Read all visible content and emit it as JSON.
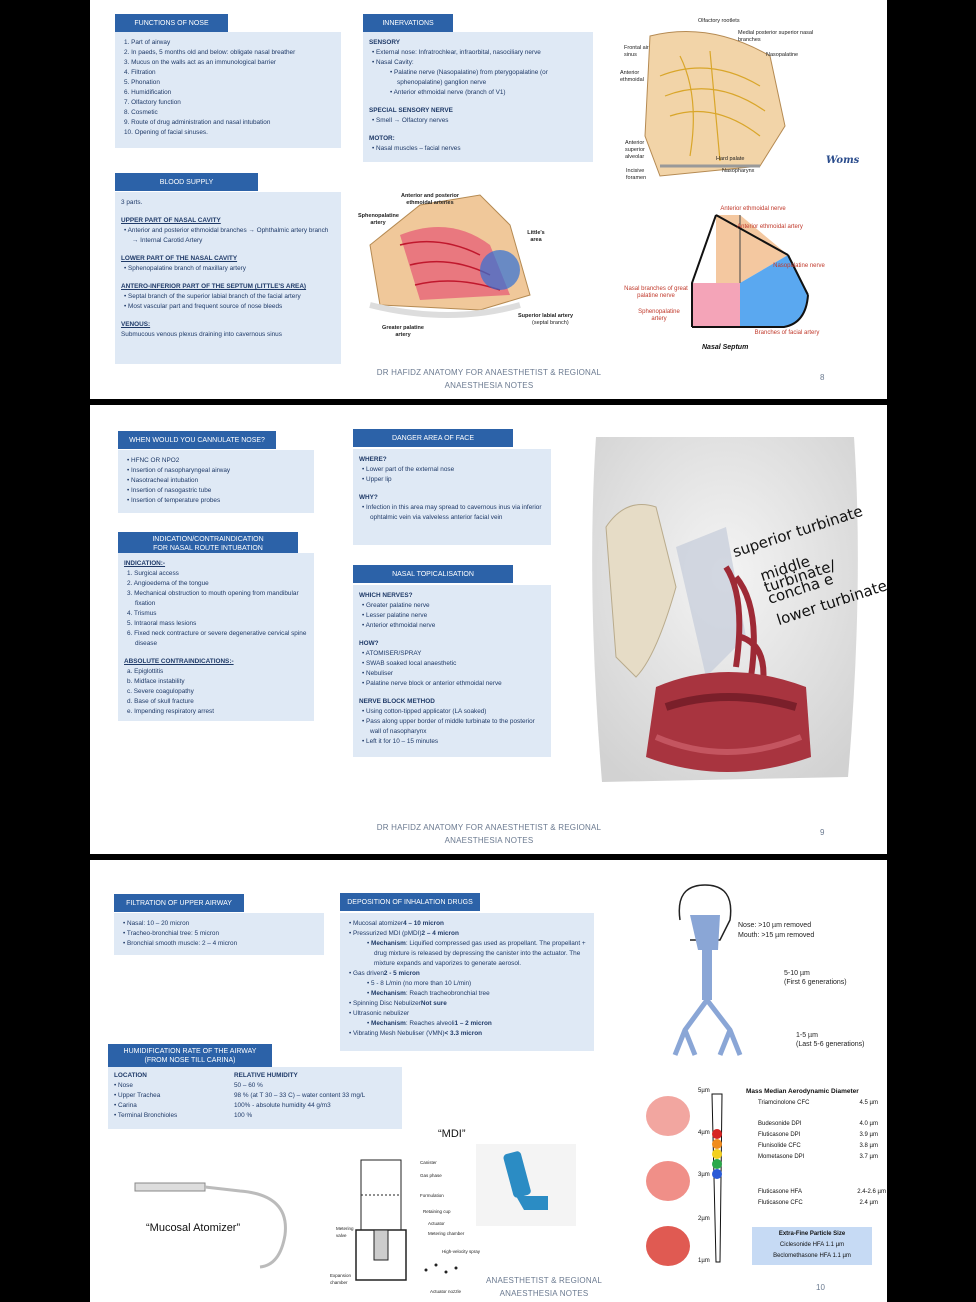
{
  "page8": {
    "functions": {
      "header": "FUNCTIONS OF NOSE",
      "items": [
        "Part of airway",
        "In paeds, 5 months old and below: obligate nasal breather",
        "Mucus on the walls act as an immunological barrier",
        "Filtration",
        "Phonation",
        "Humidification",
        "Olfactory function",
        "Cosmetic",
        "Route of drug administration and nasal intubation",
        "Opening of facial sinuses."
      ]
    },
    "innervations": {
      "header": "INNERVATIONS",
      "sensory_title": "SENSORY",
      "sensory_external": "External nose: Infratrochlear, infraorbital, nasociliary nerve",
      "sensory_cavity": "Nasal Cavity:",
      "cavity_items": [
        "Palatine nerve (Nasopalatine) from pterygopalatine (or sphenopalatine) ganglion nerve",
        "Anterior ethmoidal nerve (branch of V1)"
      ],
      "special_title": "SPECIAL SENSORY NERVE",
      "special_item": "Smell → Olfactory nerves",
      "motor_title": "MOTOR:",
      "motor_item": "Nasal muscles – facial nerves"
    },
    "blood": {
      "header": "BLOOD SUPPLY",
      "intro": "3 parts.",
      "upper_title": "UPPER PART OF NASAL CAVITY",
      "upper_item": "Anterior and posterior ethmoidal branches → Ophthalmic artery branch → Internal Carotid Artery",
      "lower_title": "LOWER PART OF THE NASAL CAVITY",
      "lower_item": "Sphenopalatine branch of maxillary artery",
      "antero_title": "ANTERO-INFERIOR PART OF THE SEPTUM (LITTLE'S AREA)",
      "antero_items": [
        "Septal branch of the superior labial branch of the facial artery",
        "Most vascular part and frequent source of nose bleeds"
      ],
      "venous_title": "VENOUS:",
      "venous_text": "Submucous venous plexus draining into cavernous sinus"
    },
    "nerve_fig": {
      "labels": [
        "Olfactory rootlets",
        "Medial posterior superior nasal branches",
        "Frontal air sinus",
        "Nasopalatine",
        "Anterior ethmoidal",
        "Anterior superior alveolar",
        "Hard palate",
        "Incisive foramen",
        "Nasopharynx"
      ],
      "logo": "Woms"
    },
    "artery_fig": {
      "labels": [
        "Anterior and posterior ethmoidal arteries",
        "Sphenopalatine artery",
        "Little's area",
        "Superior labial artery",
        "(septal branch)",
        "Greater palatine artery"
      ]
    },
    "septum_fig": {
      "labels": [
        "Anterior ethmoidal nerve",
        "Anterior ethmoidal artery",
        "Nasopalatine nerve",
        "Nasal branches of great palatine nerve",
        "Sphenopalatine artery",
        "Branches of facial artery"
      ],
      "title": "Nasal Septum"
    },
    "footer": [
      "DR HAFIDZ ANATOMY FOR ANAESTHETIST & REGIONAL",
      "ANAESTHESIA NOTES"
    ],
    "page_number": "8"
  },
  "page9": {
    "cannulate": {
      "header": "WHEN WOULD YOU CANNULATE NOSE?",
      "items": [
        "HFNC OR NPO2",
        "Insertion of nasopharyngeal airway",
        "Nasotracheal intubation",
        "Insertion of nasogastric tube",
        "Insertion of temperature probes"
      ]
    },
    "indication": {
      "header_line1": "INDICATION/CONTRAINDICATION",
      "header_line2": "FOR NASAL ROUTE INTUBATION",
      "ind_title": "INDICATION:-",
      "ind_items": [
        "Surgical access",
        "Angioedema of the tongue",
        "Mechanical obstruction to mouth opening from mandibular fixation",
        "Trismus",
        "Intraoral mass lesions",
        "Fixed neck contracture or severe degenerative cervical spine disease"
      ],
      "contra_title": "ABSOLUTE CONTRAINDICATIONS:-",
      "contra_items": [
        "Epiglottitis",
        "Midface instability",
        "Severe coagulopathy",
        "Base of skull fracture",
        "Impending respiratory arrest"
      ]
    },
    "danger": {
      "header": "DANGER AREA OF FACE",
      "where_title": "WHERE?",
      "where_items": [
        "Lower part of the external nose",
        "Upper lip"
      ],
      "why_title": "WHY?",
      "why_item": "Infection in this area may spread to cavernous inus via inferior ophtalmic vein via valveless anterior facial vein"
    },
    "topical": {
      "header": "NASAL TOPICALISATION",
      "which_title": "WHICH NERVES?",
      "which_items": [
        "Greater palatine nerve",
        "Lesser palatine nerve",
        "Anterior ethmoidal nerve"
      ],
      "how_title": "HOW?",
      "how_items": [
        "ATOMISER/SPRAY",
        "SWAB soaked local anaesthetic",
        "Nebuliser",
        "Palatine nerve block or anterior ethmoidal nerve"
      ],
      "block_title": "NERVE BLOCK METHOD",
      "block_items": [
        "Using cotton-tipped applicator (LA soaked)",
        "Pass along upper border of middle turbinate to the posterior wall of nasopharynx",
        "Left it for 10 – 15 minutes"
      ]
    },
    "annotations": [
      "superior turbinate",
      "middle turbinate/ concha e",
      "lower turbinate"
    ],
    "footer": [
      "DR HAFIDZ ANATOMY FOR ANAESTHETIST & REGIONAL",
      "ANAESTHESIA NOTES"
    ],
    "page_number": "9"
  },
  "page10": {
    "filtration": {
      "header": "FILTRATION OF UPPER AIRWAY",
      "items": [
        "Nasal: 10 – 20 micron",
        "Tracheo-bronchial tree: 5 micron",
        "Bronchial smooth muscle: 2 – 4 micron"
      ]
    },
    "deposition": {
      "header": "DEPOSITION OF INHALATION DRUGS",
      "mucosal": "Mucosal atomizer",
      "mucosal_val": "4 – 10 micron",
      "pmdi": "Pressurized MDI (pMDI)",
      "pmdi_val": "2 – 4 micron",
      "pmdi_mech_label": "Mechanism",
      "pmdi_mech": ": Liquified compressed gas used as propellant. The propellant + drug mixture is released by depressing the canister into the actuator. The mixture expands and vaporizes to generate aerosol.",
      "gas": "Gas driven",
      "gas_val": "2 - 5 micron",
      "gas_sub": "5 - 8 L/min (no more than 10 L/min)",
      "gas_mech_label": "Mechanism",
      "gas_mech": ": Reach tracheobronchial tree",
      "spinning": "Spinning Disc Nebulizer",
      "spinning_val": "Not sure",
      "ultra": "Ultrasonic nebulizer",
      "ultra_mech_label": "Mechanism",
      "ultra_mech": ": Reaches alveoli",
      "ultra_val": "1 – 2 micron",
      "vmn": "Vibrating Mesh Nebuliser (VMN)",
      "vmn_val": "< 3.3 micron"
    },
    "humid": {
      "header_line1": "HUMIDIFICATION RATE OF THE AIRWAY",
      "header_line2": "(FROM NOSE TILL CARINA)",
      "col1": "LOCATION",
      "col2": "RELATIVE HUMIDITY",
      "rows": [
        [
          "Nose",
          "50 – 60 %"
        ],
        [
          "Upper Trachea",
          "98 % (at T 30 – 33 C) – water content 33 mg/L"
        ],
        [
          "Carina",
          "100% - absolute humidity 44 g/m3"
        ],
        [
          "Terminal Bronchioles",
          "100 %"
        ]
      ]
    },
    "airway_fig": {
      "nose": "Nose: >10 µm removed",
      "mouth": "Mouth: >15 µm removed",
      "mid": "5-10 µm",
      "mid_sub": "(First 6 generations)",
      "low": "1-5 µm",
      "low_sub": "(Last 5-6 generations)"
    },
    "mmad": {
      "title": "Mass Median Aerodynamic Diameter",
      "scale": [
        "5µm",
        "4µm",
        "3µm",
        "2µm",
        "1µm"
      ],
      "drugs": [
        [
          "Triamcinolone CFC",
          "4.5 µm"
        ],
        [
          "Budesonide DPI",
          "4.0 µm"
        ],
        [
          "Fluticasone DPI",
          "3.9 µm"
        ],
        [
          "Flunisolide CFC",
          "3.8 µm"
        ],
        [
          "Mometasone DPI",
          "3.7 µm"
        ],
        [
          "Fluticasone HFA",
          "2.4-2.6 µm"
        ],
        [
          "Fluticasone CFC",
          "2.4 µm"
        ]
      ],
      "extra_title": "Extra-Fine Particle Size",
      "extra": [
        [
          "Ciclesonide HFA",
          "1.1 µm"
        ],
        [
          "Beclomethasone HFA",
          "1.1 µm"
        ]
      ]
    },
    "mdi_fig": {
      "caption": "“MDI”",
      "labels": [
        "Canister",
        "Gas phase",
        "Formulation",
        "Retaining cup",
        "Actuator",
        "Metering chamber",
        "Metering valve",
        "High-velocity spray",
        "Expansion chamber",
        "Actuator nozzle"
      ]
    },
    "atomizer_caption": "“Mucosal Atomizer”",
    "footer": [
      "ANAESTHETIST & REGIONAL",
      "ANAESTHESIA NOTES"
    ],
    "page_number": "10"
  }
}
